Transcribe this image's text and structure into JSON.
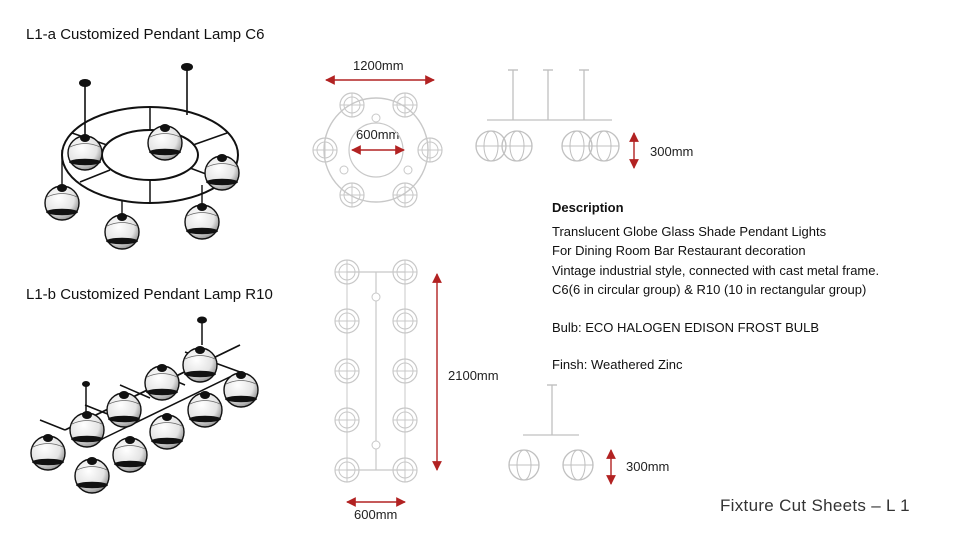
{
  "lamp_a": {
    "title": "L1-a Customized Pendant Lamp C6",
    "dim_width": "1200mm",
    "dim_inner": "600mm",
    "dim_drop": "300mm"
  },
  "lamp_b": {
    "title": "L1-b Customized Pendant Lamp R10",
    "dim_length": "2100mm",
    "dim_width": "600mm",
    "dim_drop": "300mm"
  },
  "description": {
    "heading": "Description",
    "lines": [
      "Translucent Globe Glass Shade Pendant Lights",
      "For Dining Room Bar Restaurant decoration",
      "Vintage industrial style, connected with cast metal frame.",
      "C6(6 in circular group) & R10 (10 in rectangular group)"
    ],
    "bulb": "Bulb: ECO HALOGEN EDISON FROST BULB",
    "finish": "Finsh: Weathered Zinc"
  },
  "footer": "Fixture Cut Sheets – L 1",
  "colors": {
    "dimension_arrow": "#b22222",
    "drawing_line": "#c8c8c8",
    "ink": "#111111"
  }
}
